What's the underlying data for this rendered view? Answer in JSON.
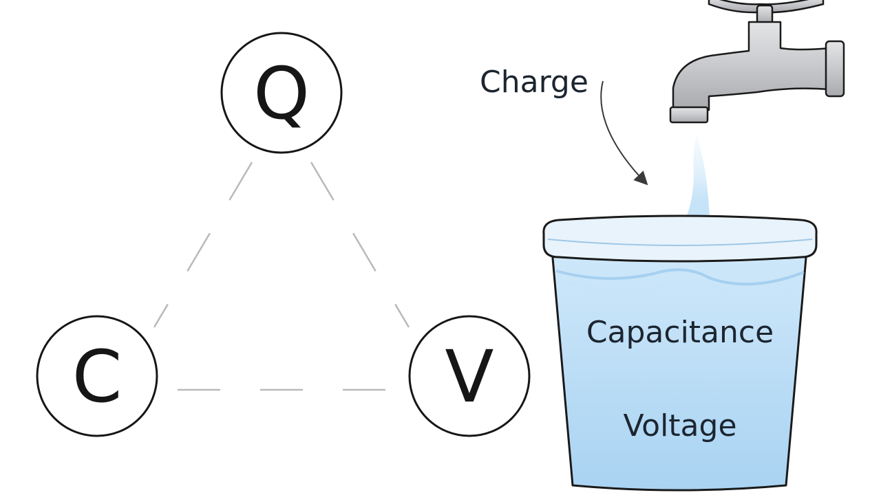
{
  "diagram": {
    "nodes": [
      {
        "id": "charge",
        "letter": "Q"
      },
      {
        "id": "capacitance",
        "letter": "C"
      },
      {
        "id": "voltage",
        "letter": "V"
      }
    ],
    "edges": [
      {
        "from": "charge",
        "to": "capacitance",
        "style": "dashed"
      },
      {
        "from": "charge",
        "to": "voltage",
        "style": "dashed"
      },
      {
        "from": "capacitance",
        "to": "voltage",
        "style": "dashed"
      }
    ]
  },
  "analogy": {
    "charge_label": "Charge",
    "capacitance_label": "Capacitance",
    "voltage_label": "Voltage"
  },
  "colors": {
    "ink": "#161616",
    "dashes": "#b9b9b9",
    "water": "#b8dcf5",
    "water_dark": "#8fc3ea",
    "bucket_outline": "#1a1a1a",
    "faucet": "#c9cacc",
    "faucet_shadow": "#a6a7aa"
  },
  "icons": [
    "faucet-icon",
    "bucket-icon",
    "water-stream-icon",
    "arrow-icon"
  ]
}
